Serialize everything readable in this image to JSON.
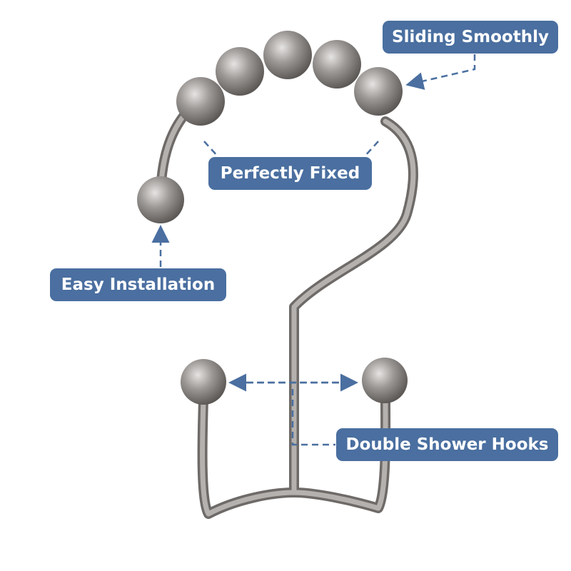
{
  "labels": {
    "sliding": "Sliding Smoothly",
    "fixed": "Perfectly Fixed",
    "installation": "Easy Installation",
    "hooks": "Double Shower Hooks"
  },
  "colors": {
    "label_bg": "#4a6fa0",
    "metal": "#8e8a88"
  }
}
